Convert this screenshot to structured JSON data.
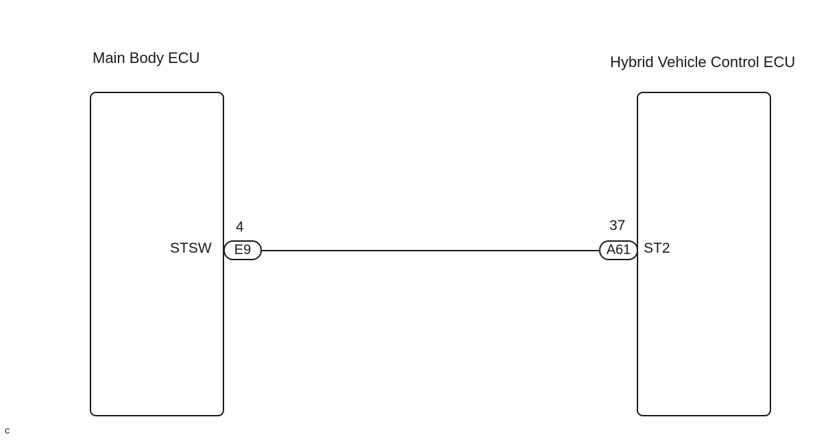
{
  "left_ecu": {
    "title": "Main Body ECU",
    "terminal": "STSW",
    "pin": "4",
    "connector": "E9"
  },
  "right_ecu": {
    "title": "Hybrid Vehicle Control ECU",
    "terminal": "ST2",
    "pin": "37",
    "connector": "A61"
  },
  "corner_mark": "c"
}
